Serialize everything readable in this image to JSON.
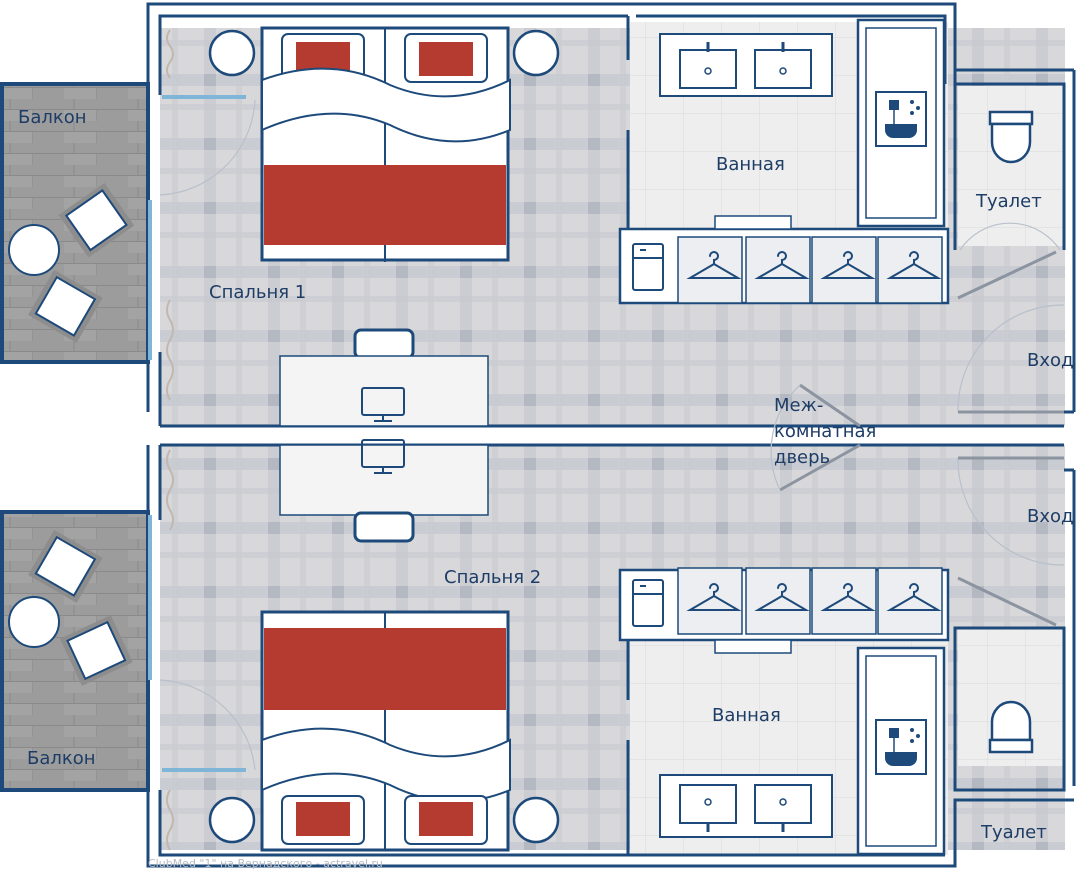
{
  "rooms": {
    "balcony_top": "Балкон",
    "bedroom_1": "Спальня 1",
    "bathroom_top": "Ванная",
    "toilet_top": "Туалет",
    "entrance_top": "Вход",
    "connecting_door": "Меж-\nкомнатная\nдверь",
    "entrance_bottom": "Вход",
    "bedroom_2": "Спальня 2",
    "bathroom_bottom": "Ванная",
    "balcony_bottom": "Балкон",
    "toilet_bottom": "Туалет"
  },
  "credit": "ClubMed \"1\" на Вернадского - actravel.ru",
  "colors": {
    "wall": "#1d4a7a",
    "floor_carpet": "#d6d6d8",
    "floor_stripe": "#bfc4cc",
    "balcony_floor": "#999999",
    "bed_red": "#b53a30",
    "tile": "#ececec",
    "label": "#1e3d66"
  }
}
